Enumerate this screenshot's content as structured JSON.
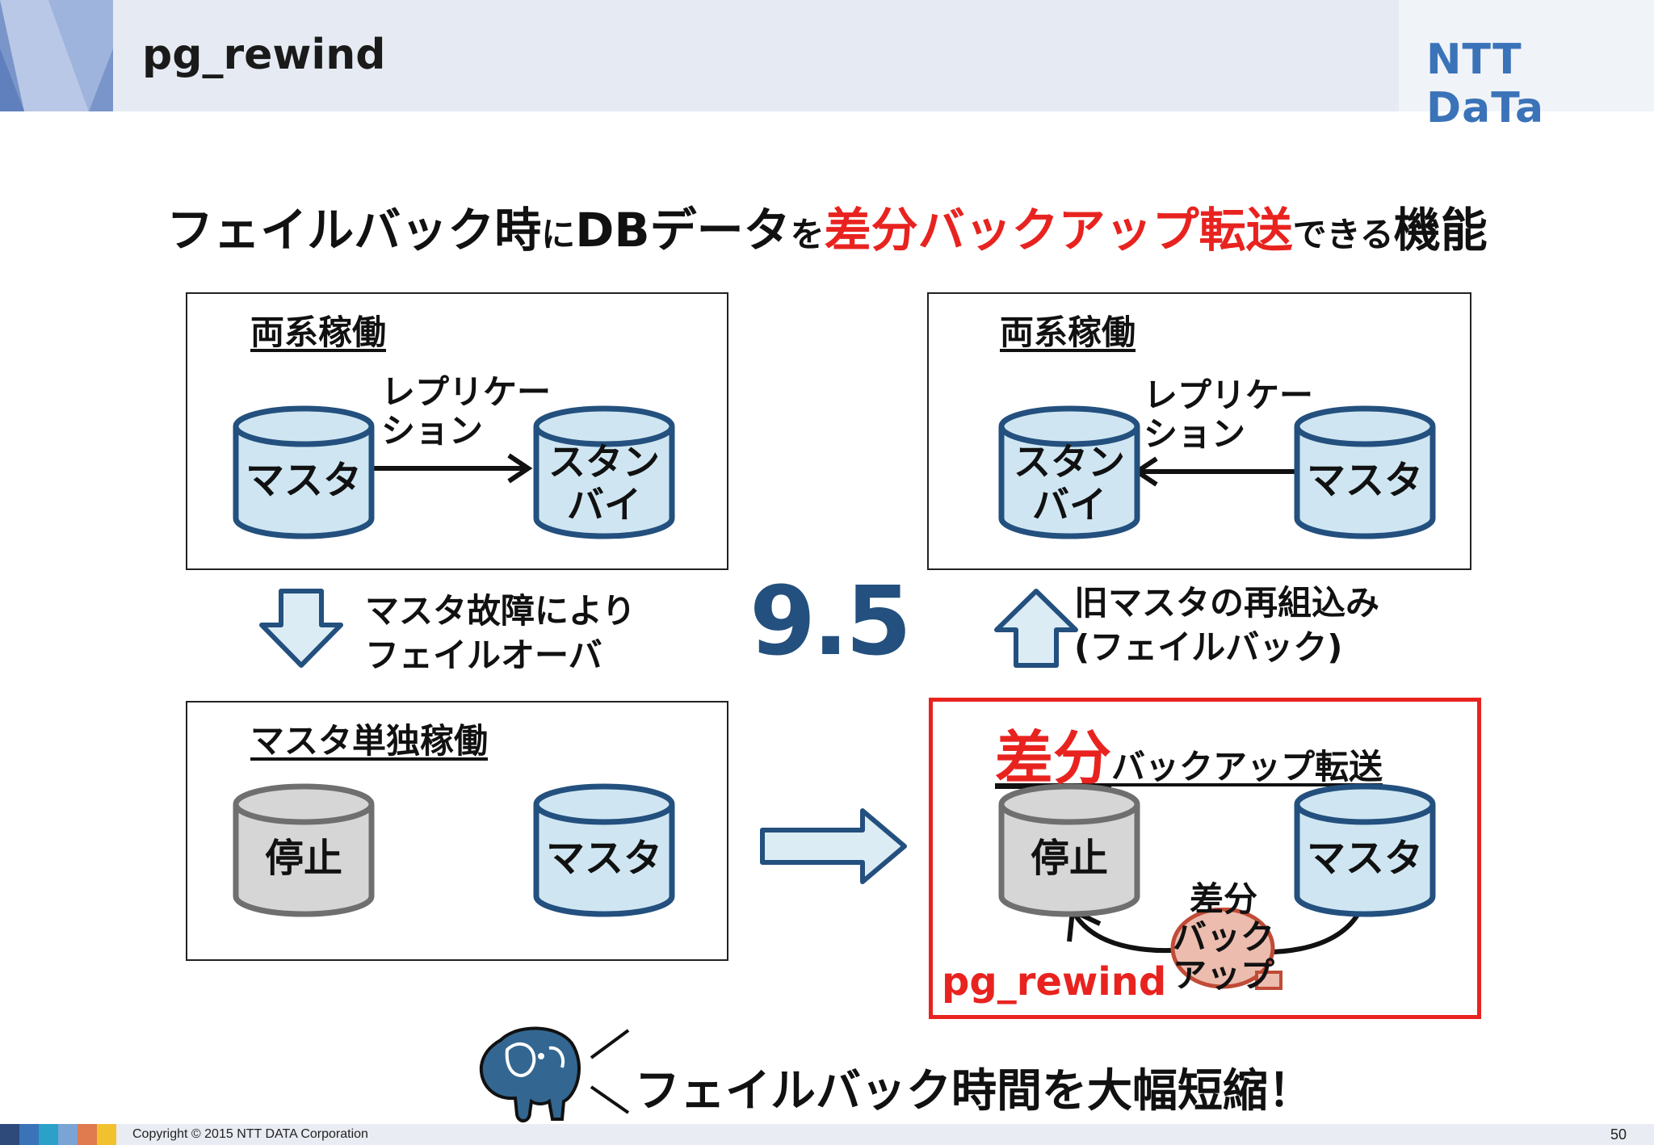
{
  "header": {
    "title": "pg_rewind",
    "logo": "NTT DaTa"
  },
  "headline": {
    "part1": "フェイルバック時",
    "part2": "に",
    "part3": "DBデータ",
    "part4": "を",
    "highlight": "差分バックアップ転送",
    "part5": "できる",
    "part6": "機能"
  },
  "top_left": {
    "label": "両系稼働",
    "replication": [
      "レプリケー",
      "ション"
    ],
    "master": "マスタ",
    "standby": [
      "スタン",
      "バイ"
    ]
  },
  "top_right": {
    "label": "両系稼働",
    "replication": [
      "レプリケー",
      "ション"
    ],
    "standby": [
      "スタン",
      "バイ"
    ],
    "master": "マスタ"
  },
  "failover": [
    "マスタ故障により",
    "フェイルオーバ"
  ],
  "version": "9.5",
  "failback": [
    "旧マスタの再組込み",
    "(フェイルバック)"
  ],
  "bottom_left": {
    "label": "マスタ単独稼働",
    "stopped": "停止",
    "master": "マスタ"
  },
  "bottom_right": {
    "label_big": "差分",
    "label_rest": "バックアップ転送",
    "stopped": "停止",
    "master": "マスタ",
    "diff": [
      "差分",
      "バック",
      "アップ"
    ],
    "tool": "pg_rewind"
  },
  "tagline": "フェイルバック時間を大幅短縮！",
  "footer": {
    "copyright": "Copyright © 2015 NTT DATA Corporation",
    "page": "50"
  },
  "colors": {
    "accent_red": "#e8231f",
    "cyl_blue_fill": "#cfe6f2",
    "cyl_blue_stroke": "#23507e",
    "cyl_gray_fill": "#d6d6d6",
    "cyl_gray_stroke": "#6f6f6f",
    "header_bg": "#e6ebf3"
  },
  "icons": [
    "postgresql-elephant-icon",
    "down-arrow-icon",
    "up-arrow-icon",
    "right-arrow-icon"
  ]
}
